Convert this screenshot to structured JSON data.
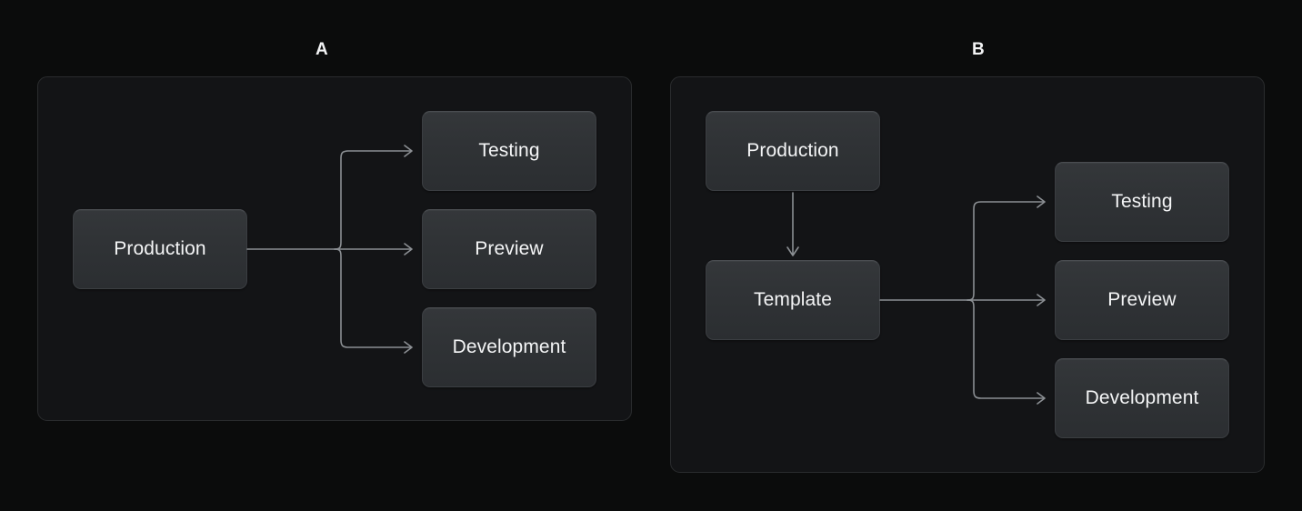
{
  "background_color": "#0b0c0c",
  "panel_color": "#131416",
  "panel_border_color": "#2a2c2e",
  "node_color": "#303336",
  "node_border_color": "#3b3e42",
  "connector_color": "#8b8f93",
  "text_color": "#f4f5f6",
  "panels": [
    {
      "label": "A",
      "nodes": {
        "source": "Production",
        "targets": [
          "Testing",
          "Preview",
          "Development"
        ]
      }
    },
    {
      "label": "B",
      "nodes": {
        "source": "Production",
        "intermediate": "Template",
        "targets": [
          "Testing",
          "Preview",
          "Development"
        ]
      }
    }
  ],
  "diagram_data": {
    "type": "flow-diagram",
    "description": "Two side-by-side deployment environment flow diagrams",
    "panel_a": {
      "label": "A",
      "edges": [
        {
          "from": "Production",
          "to": "Testing",
          "style": "elbow-arrow"
        },
        {
          "from": "Production",
          "to": "Preview",
          "style": "straight-arrow"
        },
        {
          "from": "Production",
          "to": "Development",
          "style": "elbow-arrow"
        }
      ]
    },
    "panel_b": {
      "label": "B",
      "edges": [
        {
          "from": "Production",
          "to": "Template",
          "style": "vertical-arrow"
        },
        {
          "from": "Template",
          "to": "Testing",
          "style": "elbow-arrow"
        },
        {
          "from": "Template",
          "to": "Preview",
          "style": "straight-arrow"
        },
        {
          "from": "Template",
          "to": "Development",
          "style": "elbow-arrow"
        }
      ]
    }
  }
}
